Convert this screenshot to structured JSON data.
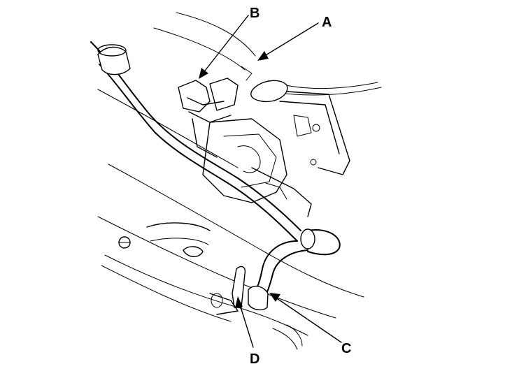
{
  "diagram": {
    "callouts": [
      {
        "id": "a",
        "label": "A"
      },
      {
        "id": "b",
        "label": "B"
      },
      {
        "id": "c",
        "label": "C"
      },
      {
        "id": "d",
        "label": "D"
      }
    ],
    "colors": {
      "line": "#000000",
      "background": "#ffffff"
    }
  }
}
